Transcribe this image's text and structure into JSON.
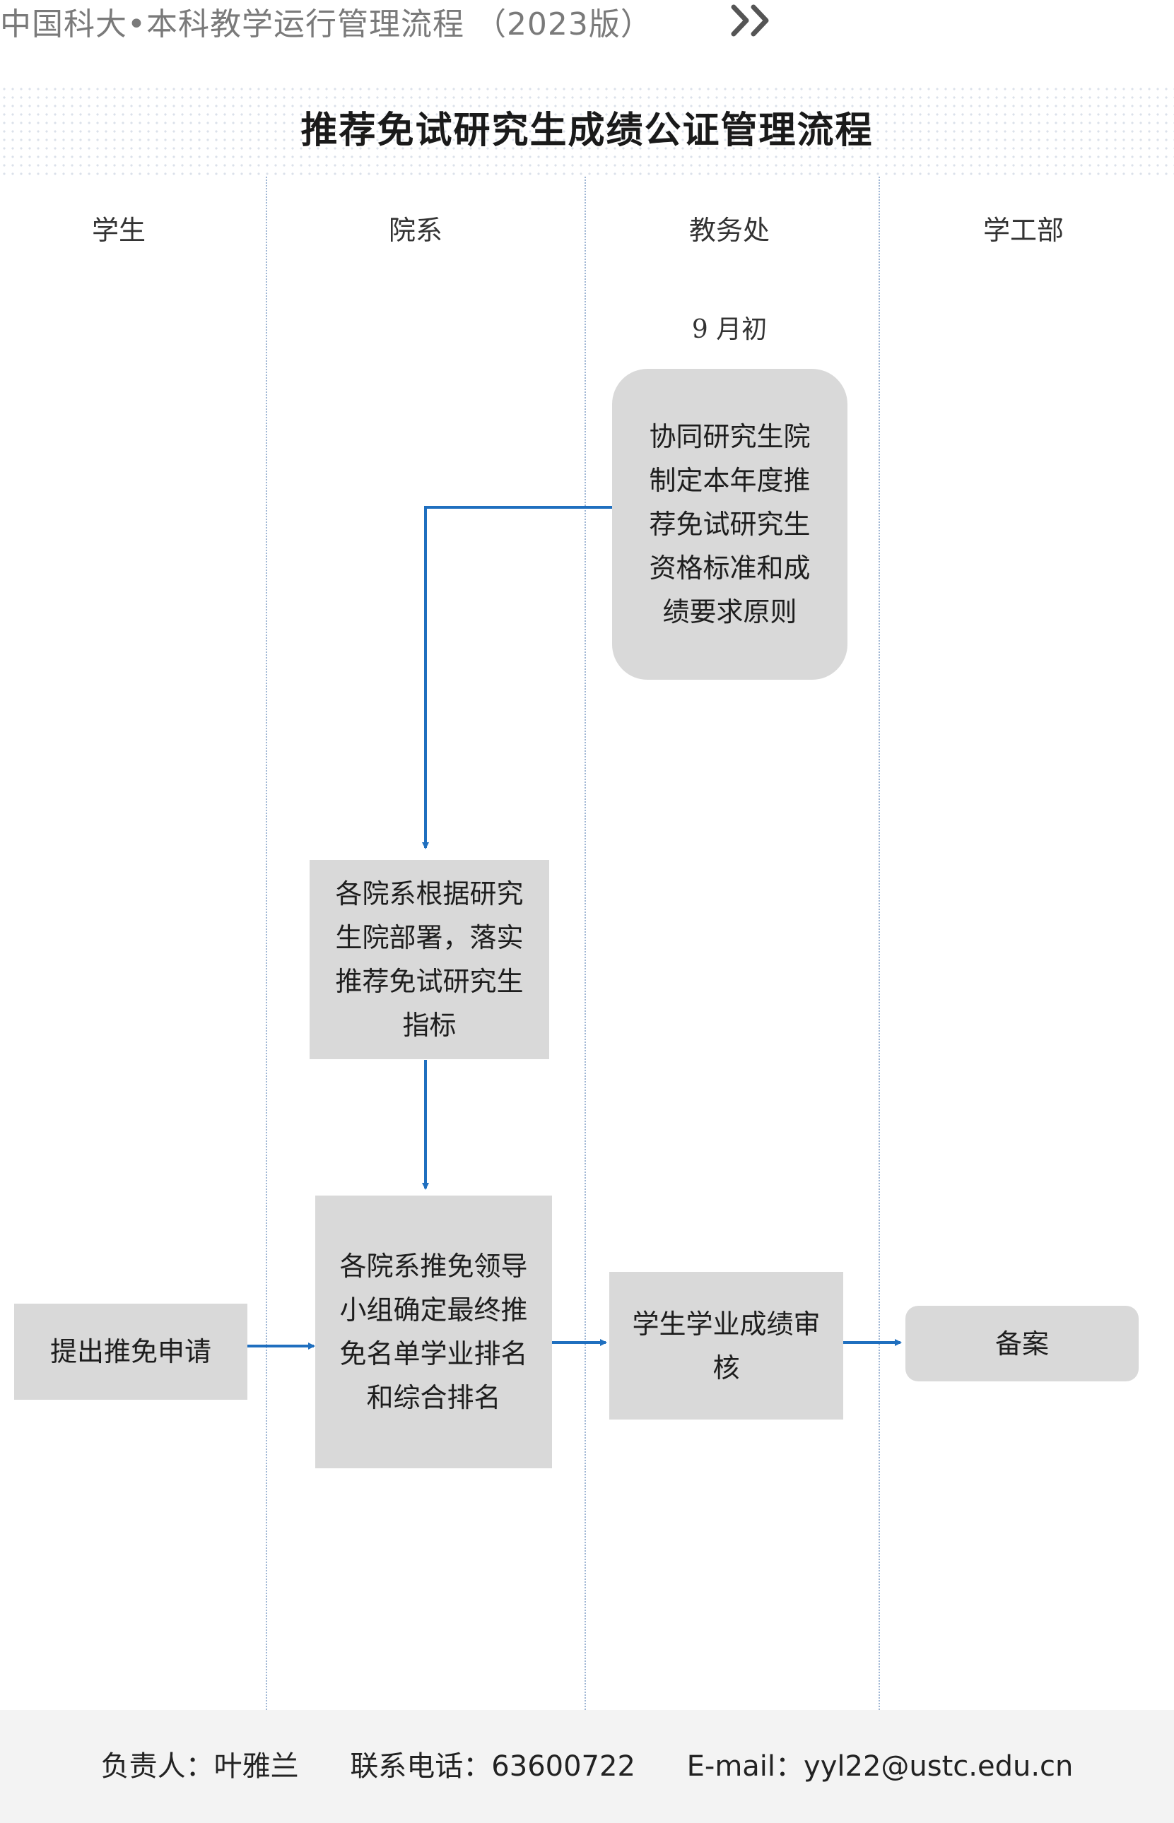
{
  "header": {
    "doc_title": "中国科大•本科教学运行管理流程 （2023版）",
    "chevron_icon": "double-chevron-right-icon"
  },
  "flow_title": "推荐免试研究生成绩公证管理流程",
  "lanes": [
    "学生",
    "院系",
    "教务处",
    "学工部"
  ],
  "time_note": "9 月初",
  "steps": {
    "principles": "协同研究生院制定本年度推荐免试研究生资格标准和成绩要求原则",
    "quota": "各院系根据研究生院部署，落实推荐免试研究生指标",
    "apply": "提出推免申请",
    "final_list": "各院系推免领导小组确定最终推免名单学业排名和综合排名",
    "review": "学生学业成绩审核",
    "record": "备案"
  },
  "colors": {
    "box_fill": "#d9d9d9",
    "arrow": "#1f6fbf",
    "divider": "#9fb6d4",
    "footer_bg": "#f3f3f3"
  },
  "footer": {
    "owner": "负责人：叶雅兰",
    "phone": "联系电话：63600722",
    "email": "E-mail：yyl22@ustc.edu.cn"
  }
}
